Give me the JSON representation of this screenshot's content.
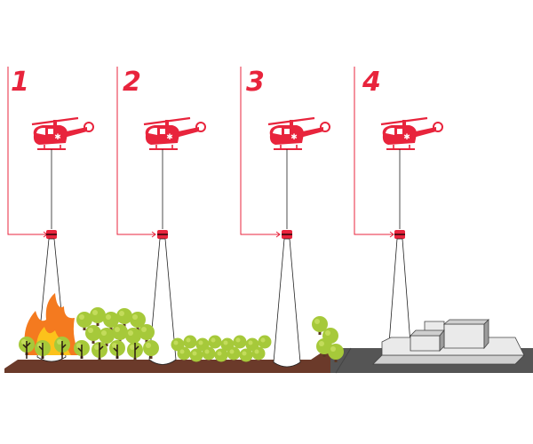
{
  "colors": {
    "accent": "#e8243c",
    "fire_orange": "#f47a1f",
    "fire_yellow": "#fcc21b",
    "tree_green": "#a6c93a",
    "tree_dark": "#7ea61e",
    "ground_brown": "#6b3a2a",
    "road_gray": "#555555",
    "building_light": "#eaeaea",
    "building_mid": "#cfcfcf",
    "building_dark": "#9c9c9c",
    "line": "#222222"
  },
  "icons": [
    "helicopter-icon",
    "bucket-icon",
    "tree-icon",
    "fire-icon",
    "building-icon"
  ],
  "steps": [
    {
      "number": "1",
      "scene": "forest-fire"
    },
    {
      "number": "2",
      "scene": "shrubland"
    },
    {
      "number": "3",
      "scene": "forest-edge"
    },
    {
      "number": "4",
      "scene": "buildings"
    }
  ]
}
